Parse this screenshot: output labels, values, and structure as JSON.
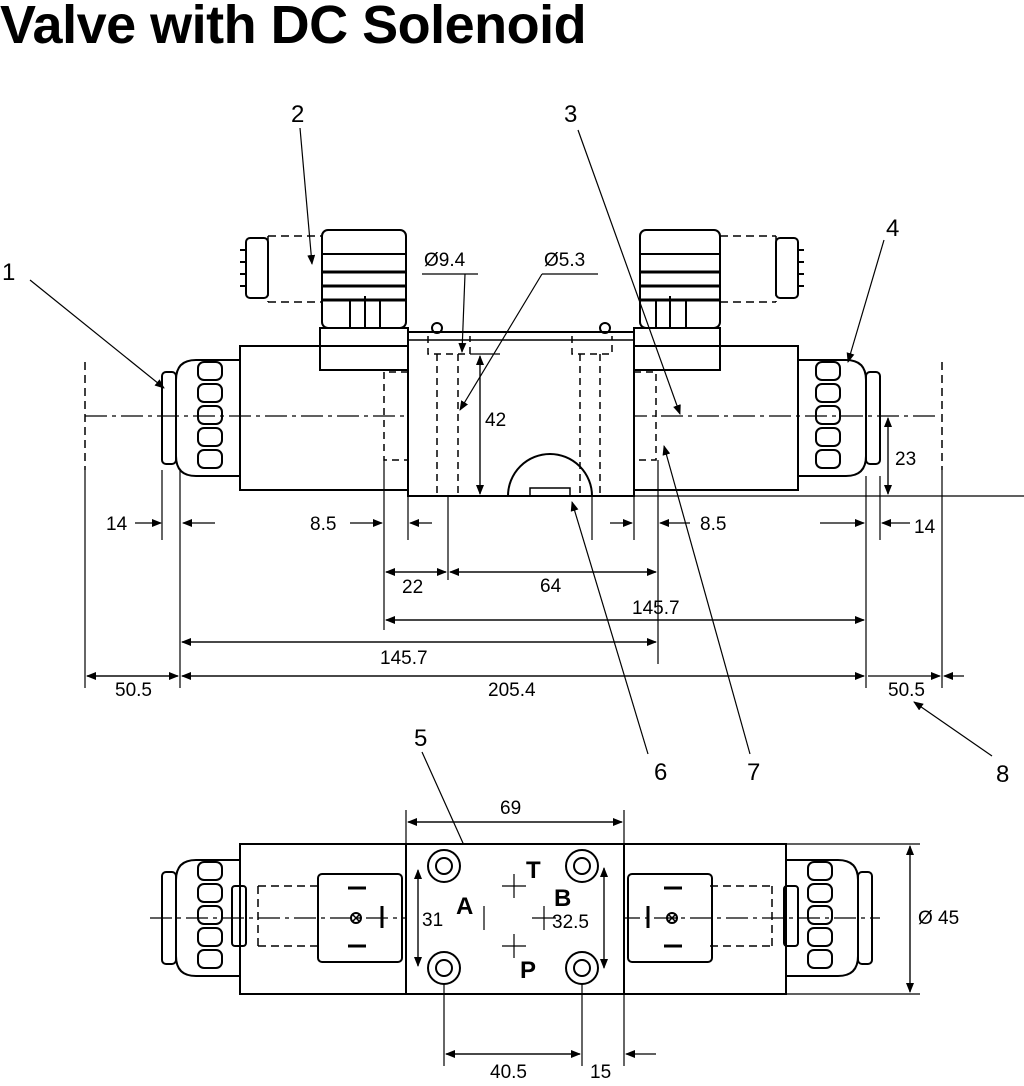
{
  "title": "Valve with DC Solenoid",
  "callouts": [
    "1",
    "2",
    "3",
    "4",
    "5",
    "6",
    "7",
    "8"
  ],
  "dimensions": {
    "d_9_4": "Ø9.4",
    "d_5_3": "Ø5.3",
    "h_42": "42",
    "h_23": "23",
    "l_14": "14",
    "r_14": "14",
    "l_8_5": "8.5",
    "r_8_5": "8.5",
    "w_22": "22",
    "w_64": "64",
    "w_145_7_upper": "145.7",
    "w_145_7_lower": "145.7",
    "l_50_5": "50.5",
    "w_205_4": "205.4",
    "r_50_5": "50.5",
    "w_69": "69",
    "h_31": "31",
    "h_32_5": "32.5",
    "d_45": "Ø 45",
    "w_40_5": "40.5",
    "w_15": "15"
  },
  "ports": {
    "a": "A",
    "b": "B",
    "p": "P",
    "t": "T"
  }
}
